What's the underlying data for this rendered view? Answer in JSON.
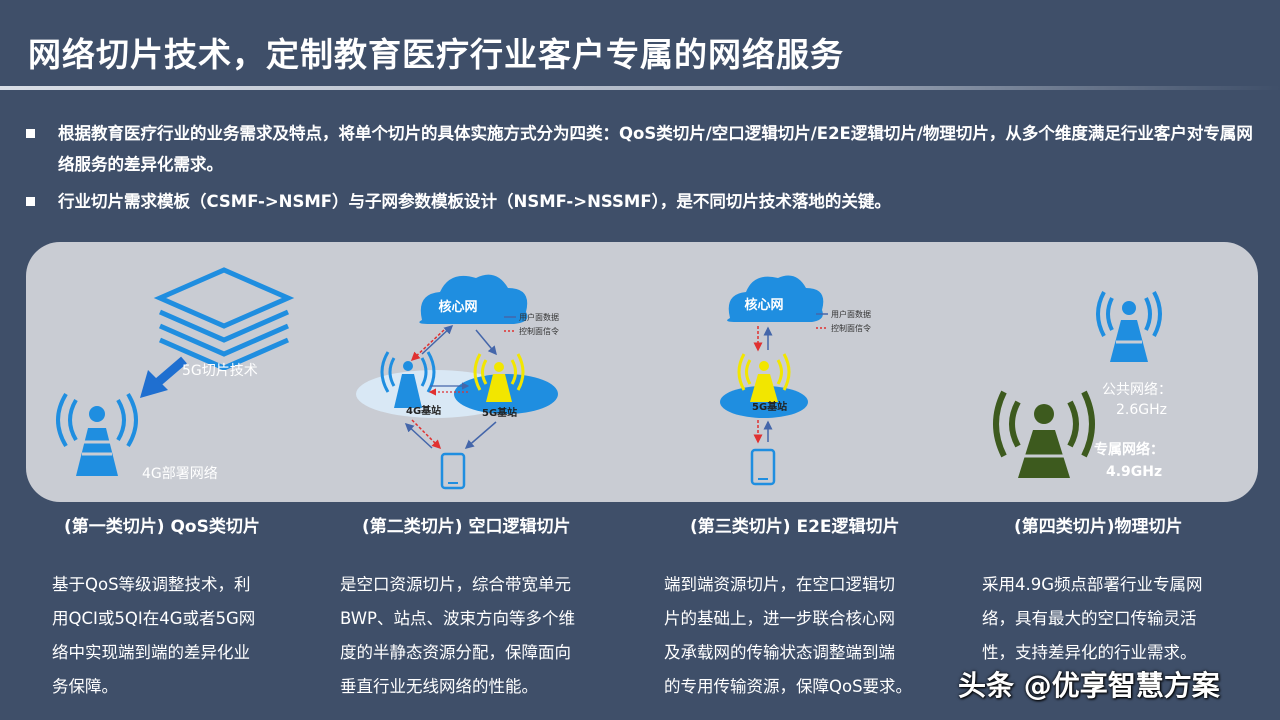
{
  "title": "网络切片技术，定制教育医疗行业客户专属的网络服务",
  "bullets": [
    "根据教育医疗行业的业务需求及特点，将单个切片的具体实施方式分为四类：QoS类切片/空口逻辑切片/E2E逻辑切片/物理切片，从多个维度满足行业客户对专属网络服务的差异化需求。",
    "行业切片需求模板（CSMF->NSMF）与子网参数模板设计（NSMF->NSSMF），是不同切片技术落地的关键。"
  ],
  "diagram": {
    "label_5g_slice": "5G切片技术",
    "label_4g_network": "4G部署网络",
    "core_network": "核心网",
    "legend_user_plane": "用户面数据",
    "legend_control_plane": "控制面信令",
    "label_4g_station": "4G基站",
    "label_5g_station": "5G基站",
    "public_network_label": "公共网络：",
    "public_network_freq": "2.6GHz",
    "private_network_label": "专属网络：",
    "private_network_freq": "4.9GHz"
  },
  "columns": [
    {
      "heading": "(第一类切片) QoS类切片",
      "lines": [
        "基于QoS等级调整技术，利",
        "用QCI或5QI在4G或者5G网",
        "络中实现端到端的差异化业",
        "务保障。"
      ]
    },
    {
      "heading": "(第二类切片) 空口逻辑切片",
      "lines": [
        "是空口资源切片，综合带宽单元",
        "BWP、站点、波束方向等多个维",
        "度的半静态资源分配，保障面向",
        "垂直行业无线网络的性能。"
      ]
    },
    {
      "heading": "(第三类切片) E2E逻辑切片",
      "lines": [
        "端到端资源切片，在空口逻辑切",
        "片的基础上，进一步联合核心网",
        "及承载网的传输状态调整端到端",
        "的专用传输资源，保障QoS要求。"
      ]
    },
    {
      "heading": "(第四类切片)物理切片",
      "lines": [
        "采用4.9G频点部署行业专属网",
        "络，具有最大的空口传输灵活",
        "性，支持差异化的行业需求。"
      ]
    }
  ],
  "watermark": "头条 @优享智慧方案",
  "colors": {
    "background": "#3f4f69",
    "panel": "#c9ccd3",
    "tower_blue": "#1f8ee0",
    "tower_yellow": "#f2e600",
    "tower_green": "#3d5a1e",
    "control_red": "#e03030",
    "user_blue": "#4466aa"
  }
}
